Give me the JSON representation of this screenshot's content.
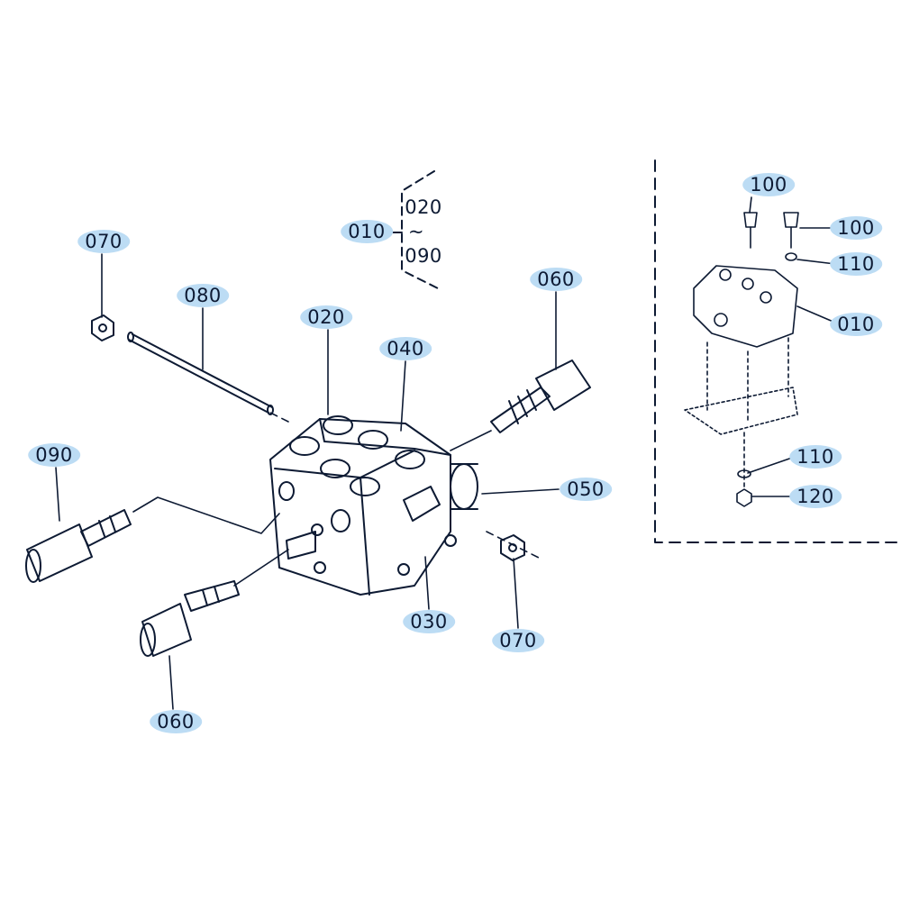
{
  "diagram": {
    "highlight_color": "#bcdcf4",
    "line_color": "#0d1a33",
    "callouts": [
      {
        "id": "c070a",
        "label": "070"
      },
      {
        "id": "c080",
        "label": "080"
      },
      {
        "id": "c020",
        "label": "020"
      },
      {
        "id": "c040",
        "label": "040"
      },
      {
        "id": "c010",
        "label": "010"
      },
      {
        "id": "c060a",
        "label": "060"
      },
      {
        "id": "c090",
        "label": "090"
      },
      {
        "id": "c050",
        "label": "050"
      },
      {
        "id": "c030",
        "label": "030"
      },
      {
        "id": "c070b",
        "label": "070"
      },
      {
        "id": "c060b",
        "label": "060"
      },
      {
        "id": "c100a",
        "label": "100"
      },
      {
        "id": "c100b",
        "label": "100"
      },
      {
        "id": "c110a",
        "label": "110"
      },
      {
        "id": "c010b",
        "label": "010"
      },
      {
        "id": "c110b",
        "label": "110"
      },
      {
        "id": "c120",
        "label": "120"
      }
    ],
    "range_note": {
      "from": "020",
      "separator": "~",
      "to": "090"
    }
  }
}
